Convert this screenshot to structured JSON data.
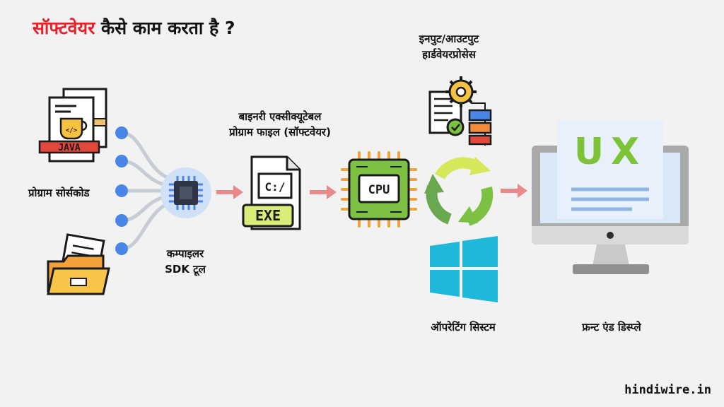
{
  "title": {
    "highlight": "सॉफ्टवेयर",
    "rest": " कैसे काम करता है ?"
  },
  "nodes": {
    "source": {
      "label": "प्रोग्राम सोर्सकोड",
      "file_tag": "JAVA",
      "code_glyph": "</>"
    },
    "compiler": {
      "line1": "कम्पाइलर",
      "line2": "SDK टूल"
    },
    "binary": {
      "line1": "बाइनरी एक्सीक्यूटेबल",
      "line2": "प्रोग्राम फाइल (सॉफ्टवेयर)",
      "drive": "C:/",
      "ext": "EXE"
    },
    "cpu": {
      "chip": "CPU"
    },
    "io": {
      "line1": "इनपुट/आउटपुट",
      "line2": "हार्डवेयरप्रोसेस"
    },
    "os": {
      "label": "ऑपरेटिंग सिस्टम"
    },
    "display": {
      "screen": "UX",
      "label": "फ्रन्ट एंड डिस्प्ले"
    }
  },
  "watermark": "hindiwire.in",
  "colors": {
    "accent": "#e8202a",
    "arrow": "#e88a8a",
    "cpu_green": "#7cc142",
    "windows_blue": "#1fb8d8",
    "monitor_grey": "#a9a9a9",
    "ux_green": "#7dc338"
  },
  "icons": [
    "java-file-icon",
    "code-file-icon",
    "folder-icon",
    "compiler-chip-icon",
    "exe-file-icon",
    "cpu-chip-icon",
    "gear-document-icon",
    "refresh-cycle-icon",
    "windows-logo-icon",
    "monitor-icon"
  ]
}
